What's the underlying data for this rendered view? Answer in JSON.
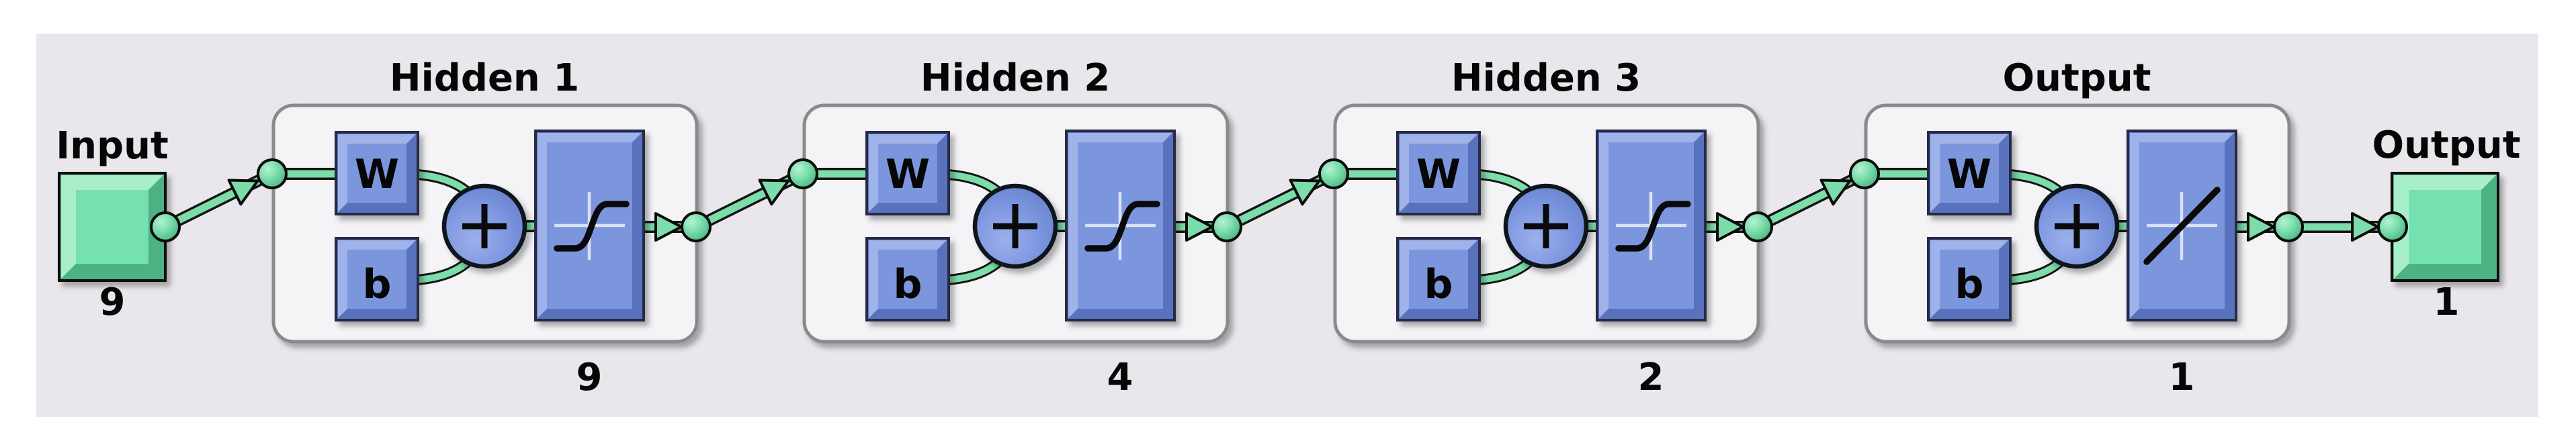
{
  "network_diagram": {
    "input": {
      "label": "Input",
      "dimension": "9"
    },
    "layers": [
      {
        "title": "Hidden 1",
        "neurons": "9",
        "weight_label": "W",
        "bias_label": "b",
        "transfer_function": "tansig"
      },
      {
        "title": "Hidden 2",
        "neurons": "4",
        "weight_label": "W",
        "bias_label": "b",
        "transfer_function": "tansig"
      },
      {
        "title": "Hidden 3",
        "neurons": "2",
        "weight_label": "W",
        "bias_label": "b",
        "transfer_function": "tansig"
      },
      {
        "title": "Output",
        "neurons": "1",
        "weight_label": "W",
        "bias_label": "b",
        "transfer_function": "purelin"
      }
    ],
    "output": {
      "label": "Output",
      "dimension": "1"
    },
    "colors": {
      "panel": "#e9e7ec",
      "layer_box_fill": "#f4f3f6",
      "layer_box_border": "#8a8a8a",
      "block_blue": "#7b96de",
      "block_blue_light": "#9fb2ea",
      "block_blue_dark": "#5872bd",
      "block_green": "#76e1b0",
      "block_green_light": "#a9eecb",
      "block_green_dark": "#4db283",
      "connector_green": "#7cdcaa"
    }
  }
}
